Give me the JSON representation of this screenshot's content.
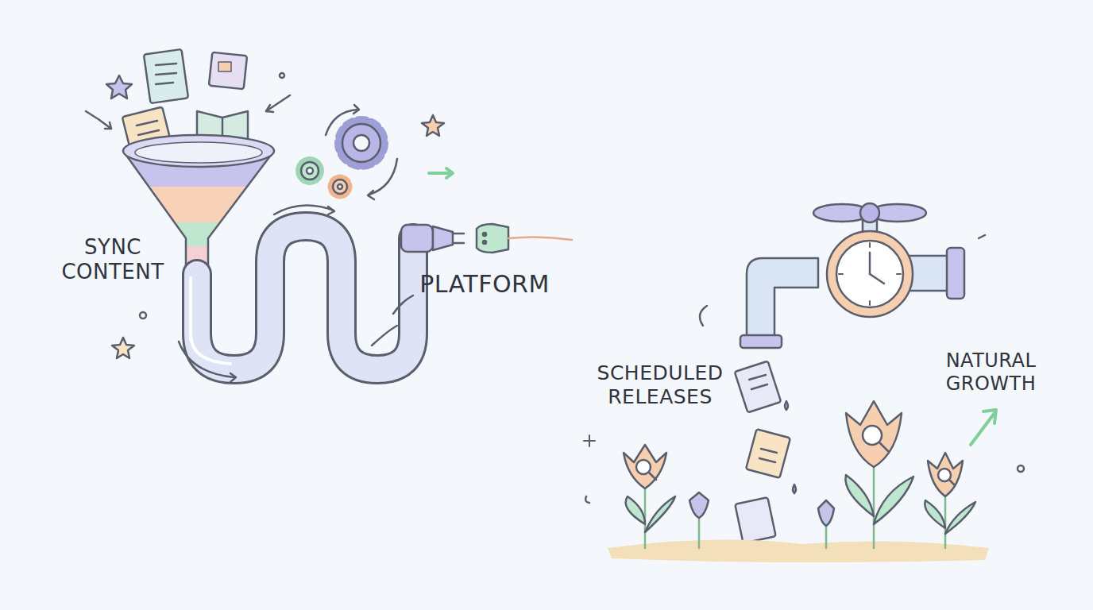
{
  "diagram": {
    "labels": [
      "SYNC CONTENT",
      "PLATFORM",
      "SCHEDULED RELEASES",
      "NATURAL GROWTH"
    ]
  }
}
